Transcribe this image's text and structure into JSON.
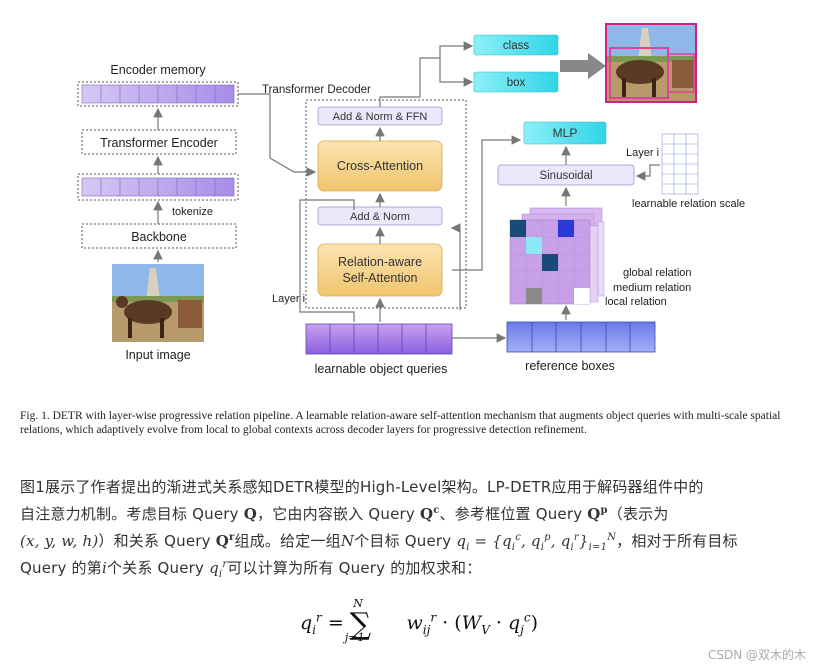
{
  "figure": {
    "encoder_memory": "Encoder memory",
    "transformer_encoder": "Transformer Encoder",
    "tokenize": "tokenize",
    "backbone": "Backbone",
    "input_image": "Input image",
    "transformer_decoder": "Transformer Decoder",
    "add_norm_ffn": "Add & Norm & FFN",
    "cross_attention": "Cross-Attention",
    "add_norm": "Add & Norm",
    "relation_aware_1": "Relation-aware",
    "relation_aware_2": "Self-Attention",
    "layer_i_left": "Layer i",
    "class": "class",
    "box": "box",
    "mlp": "MLP",
    "sinusoidal": "Sinusoidal",
    "layer_i_right": "Layer i",
    "learnable_relation_scale": "learnable relation scale",
    "global_relation": "global relation",
    "medium_relation": "medium relation",
    "local_relation": "local relation",
    "learnable_object_queries": "learnable object queries",
    "reference_boxes": "reference boxes"
  },
  "caption": "Fig. 1.  DETR with layer-wise progressive relation pipeline. A learnable relation-aware self-attention mechanism that augments object queries with multi-scale spatial relations, which adaptively evolve from local to global contexts across decoder layers for progressive detection refinement.",
  "para": {
    "l1": "图1展示了作者提出的渐进式关系感知DETR模型的High-Level架构。LP-DETR应用于解码器组件中的",
    "l2a": "自注意力机制。考虑目标 Query ",
    "l2b": "，它由内容嵌入 Query ",
    "l2c": "、参考框位置 Query ",
    "l2d": "（表示为",
    "l3a": "(x, y, w, h)",
    "l3b": "）和关系 Query ",
    "l3c": "组成。给定一组",
    "l3d": "个目标 Query ",
    "l3e": "，相对于所有目标",
    "l4a": "Query 的第",
    "l4b": "个关系 Query ",
    "l4c": "可以计算为所有 Query 的加权求和："
  },
  "watermark": "CSDN @双木的木"
}
